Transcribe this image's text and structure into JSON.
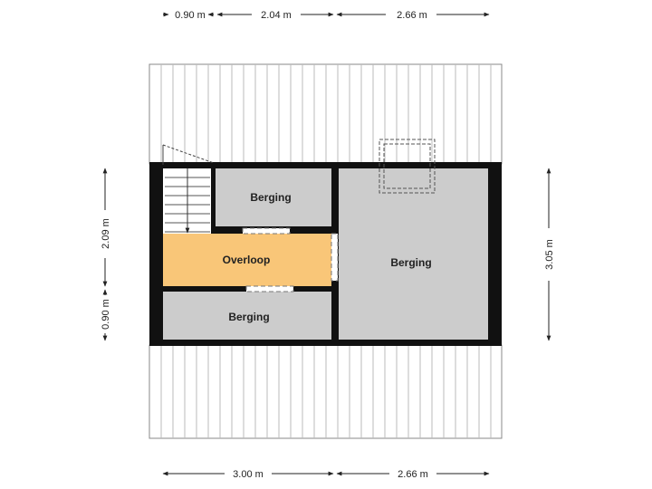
{
  "dimensions": {
    "top": [
      "0.90 m",
      "2.04 m",
      "2.66 m"
    ],
    "bottom": [
      "3.00 m",
      "2.66 m"
    ],
    "left": [
      "2.09 m",
      "0.90 m"
    ],
    "right": [
      "3.05 m"
    ]
  },
  "rooms": {
    "berging_top_left": "Berging",
    "overloop": "Overloop",
    "berging_bottom_left": "Berging",
    "berging_right": "Berging"
  },
  "colors": {
    "wall": "#111111",
    "storage": "#cccccc",
    "landing": "#f9c678",
    "roof_line": "#bbbbbb"
  }
}
